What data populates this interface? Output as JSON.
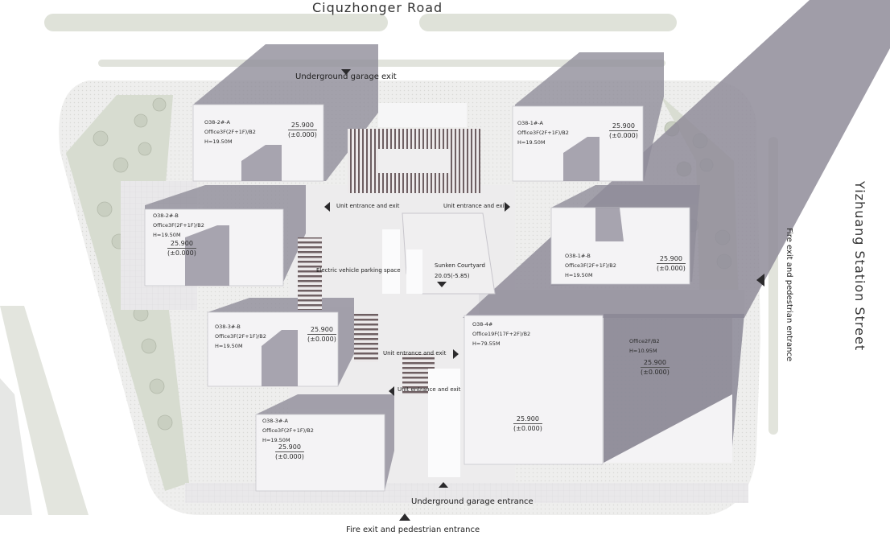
{
  "roads": {
    "north": "Ciquzhonger Road",
    "east": "Yizhuang Station Street"
  },
  "entrances": {
    "garage_exit": "Underground garage exit",
    "garage_entrance": "Underground garage entrance",
    "fire_south": "Fire exit and pedestrian entrance",
    "fire_east": "Fire exit and pedestrian entrance",
    "unit_1": "Unit entrance and exit",
    "unit_2": "Unit entrance and exit",
    "unit_3": "Unit entrance and exit",
    "unit_4": "Unit entrance and exit"
  },
  "areas": {
    "ev_parking": "Electric vehicle parking space",
    "sunken_name": "Sunken Courtyard",
    "sunken_level": "20.05(-5.85)"
  },
  "buildings": [
    {
      "id": "O38-2#-A",
      "use": "Office3F(2F+1F)/B2",
      "height": "H=19.50M",
      "elev": "25.900",
      "rel": "(±0.000)"
    },
    {
      "id": "O38-1#-A",
      "use": "Office3F(2F+1F)/B2",
      "height": "H=19.50M",
      "elev": "25.900",
      "rel": "(±0.000)"
    },
    {
      "id": "O38-2#-B",
      "use": "Office3F(2F+1F)/B2",
      "height": "H=19.50M",
      "elev": "25.900",
      "rel": "(±0.000)"
    },
    {
      "id": "O38-1#-B",
      "use": "Office3F(2F+1F)/B2",
      "height": "H=19.50M",
      "elev": "25.900",
      "rel": "(±0.000)"
    },
    {
      "id": "O38-3#-B",
      "use": "Office3F(2F+1F)/B2",
      "height": "H=19.50M",
      "elev": "25.900",
      "rel": "(±0.000)"
    },
    {
      "id": "O38-3#-A",
      "use": "Office3F(2F+1F)/B2",
      "height": "H=19.50M",
      "elev": "25.900",
      "rel": "(±0.000)"
    },
    {
      "id": "O38-4#",
      "use": "Office19F(17F+2F)/B2",
      "height": "H=79.55M",
      "elev": "25.900",
      "rel": "(±0.000)"
    },
    {
      "id": "",
      "use": "Office2F/B2",
      "height": "H=10.95M",
      "elev": "25.900",
      "rel": "(±0.000)"
    }
  ],
  "colors": {
    "greenery": "#d8ddd2",
    "paving": "#e7e6e8",
    "shadow": "#8f8c99",
    "roof": "#f4f3f5",
    "arrow": "#2b2a2c"
  }
}
